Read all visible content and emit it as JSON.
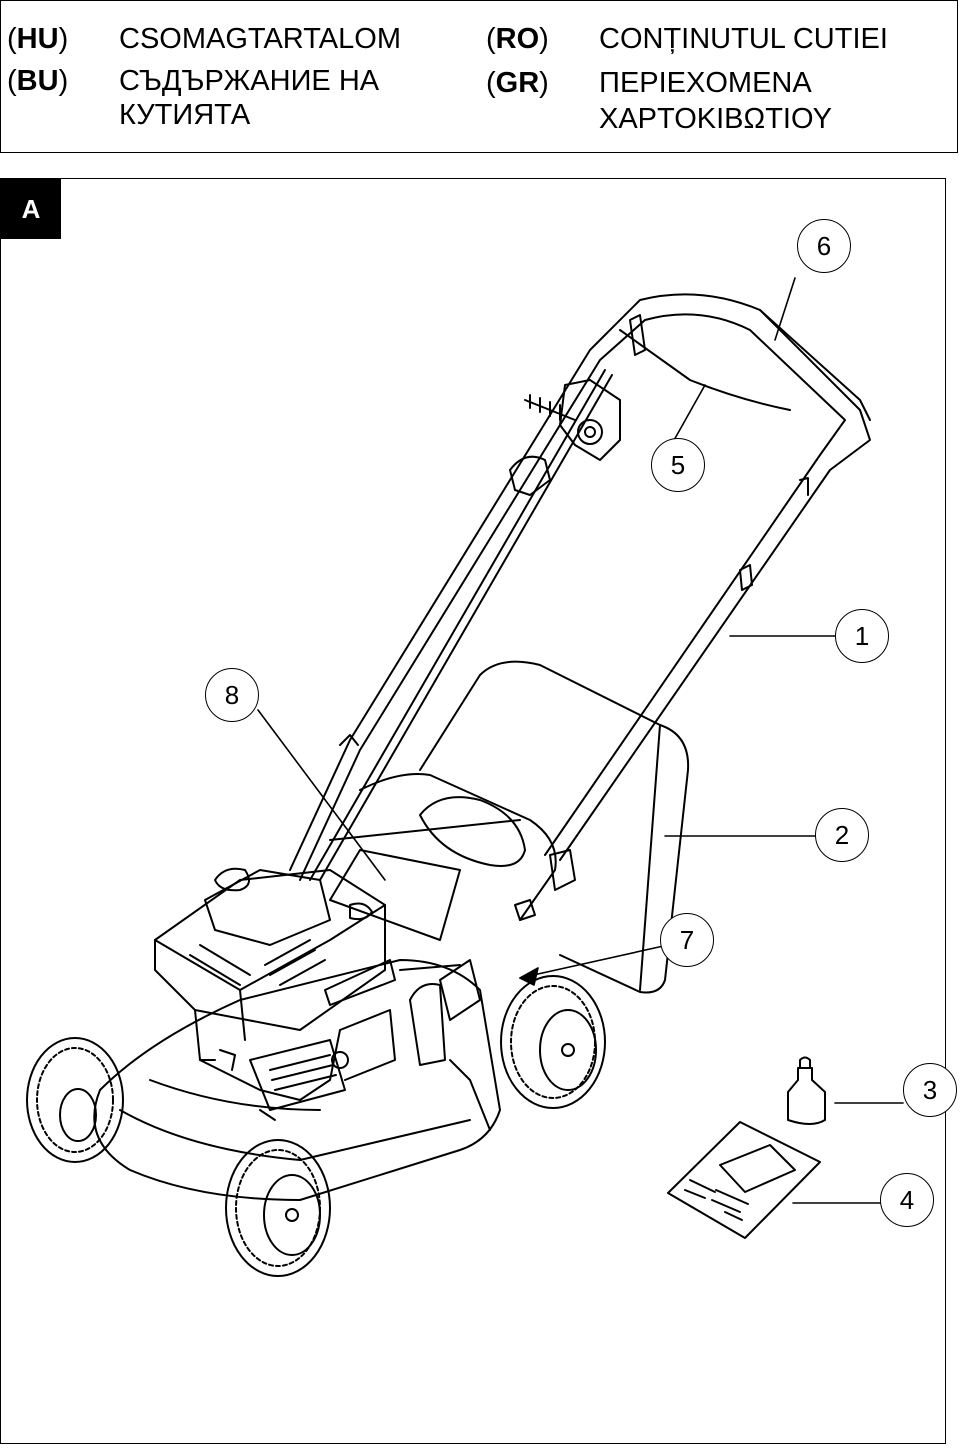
{
  "header": {
    "hu": {
      "code": "HU",
      "text": "CSOMAGTARTALOM"
    },
    "bu": {
      "code": "BU",
      "text_line1": "СЪДЪРЖАНИЕ НА",
      "text_line2": "КУТИЯТА"
    },
    "ro": {
      "code": "RO",
      "text": "CONȚINUTUL CUTIEI"
    },
    "gr": {
      "code": "GR",
      "text_line1": "ΠΕΡΙΕΧΟΜΕΝΑ",
      "text_line2": "ΧΑΡΤΟΚΙΒΩΤΙΟΥ"
    }
  },
  "figure": {
    "label": "A",
    "callouts": {
      "c1": "1",
      "c2": "2",
      "c3": "3",
      "c4": "4",
      "c5": "5",
      "c6": "6",
      "c7": "7",
      "c8": "8"
    }
  }
}
